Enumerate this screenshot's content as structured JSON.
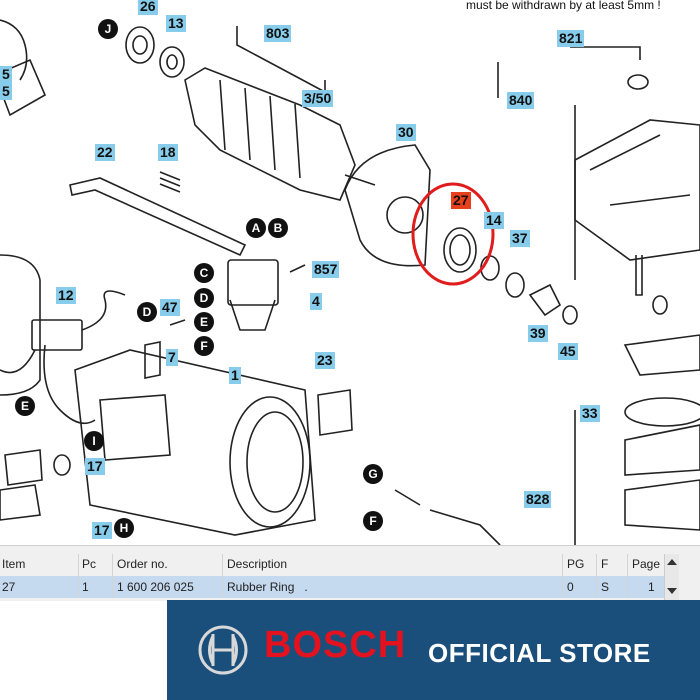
{
  "diagram": {
    "note": "must be withdrawn by at least 5mm !",
    "part_labels": {
      "p26": "26",
      "p13": "13",
      "p803": "803",
      "p350": "3/50",
      "p25a": "5",
      "p25b": "5",
      "p821": "821",
      "p840": "840",
      "p22": "22",
      "p18": "18",
      "p30": "30",
      "p27": "27",
      "p14": "14",
      "p37": "37",
      "p857": "857",
      "p12": "12",
      "p47": "47",
      "p4": "4",
      "p39": "39",
      "p45": "45",
      "p7": "7",
      "p23": "23",
      "p1": "1",
      "p33": "33",
      "p828": "828",
      "p17": "17",
      "p17b": "17"
    },
    "connector_labels": {
      "J": "J",
      "A": "A",
      "B": "B",
      "C": "C",
      "D": "D",
      "D2": "D",
      "E": "E",
      "F": "F",
      "E2": "E",
      "I": "I",
      "G": "G",
      "F2": "F",
      "H": "H"
    }
  },
  "grid": {
    "columns": [
      "Item",
      "Pc",
      "Order no.",
      "Description",
      "PG",
      "F",
      "Page"
    ],
    "row": {
      "item": "27",
      "pc": "1",
      "order_no": "1 600 206 025",
      "description": "Rubber Ring   .",
      "pg": "0",
      "f": "S",
      "page": "1"
    }
  },
  "banner": {
    "brand": "BOSCH",
    "tagline": "OFFICIAL STORE"
  },
  "colors": {
    "label_bg": "#87cdeb",
    "highlight": "#e8401c",
    "banner_bg": "#1b4f7b",
    "brand_red": "#e4111f",
    "selection": "#c5d9ef"
  }
}
